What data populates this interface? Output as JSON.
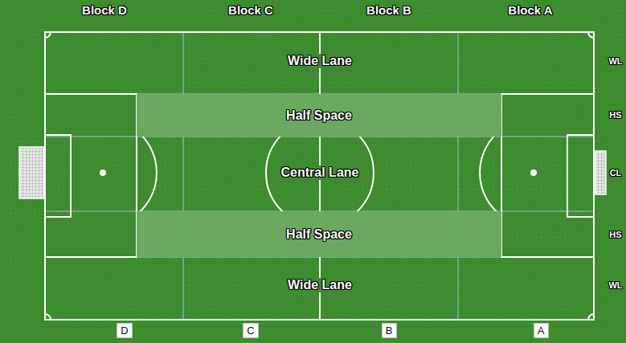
{
  "diagram": {
    "nodes": [
      {
        "text": [
          "Half Space"
        ]
      },
      {
        "text": [
          "Half Space"
        ]
      },
      {
        "text": [
          "D"
        ]
      },
      {
        "text": [
          "C"
        ]
      },
      {
        "text": [
          "B"
        ]
      },
      {
        "text": [
          "A"
        ]
      }
    ],
    "labels": [
      "Block D",
      "Block C",
      "Block B",
      "Block A",
      "Wide Lane",
      "Central Lane",
      "Wide Lane",
      "WL",
      "HS",
      "CL",
      "HS",
      "WL"
    ]
  }
}
